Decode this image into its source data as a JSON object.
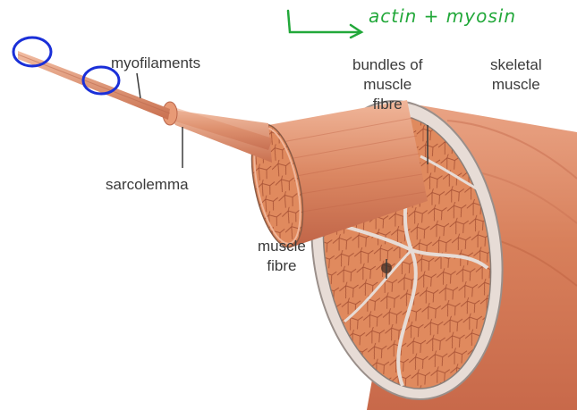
{
  "labels": {
    "myofilaments": "myofilaments",
    "sarcolemma": "sarcolemma",
    "bundles": "bundles of\nmuscle\nfibre",
    "skeletal": "skeletal\nmuscle",
    "fibre": "muscle\nfibre"
  },
  "annotation": {
    "text": "actin + myosin",
    "color": "#22a83a",
    "circle_color": "#1a2fd8"
  },
  "colors": {
    "muscle": "#d9825e",
    "muscle_dark": "#b85d3c",
    "muscle_light": "#efb192",
    "sheath": "#e6d9d3"
  }
}
